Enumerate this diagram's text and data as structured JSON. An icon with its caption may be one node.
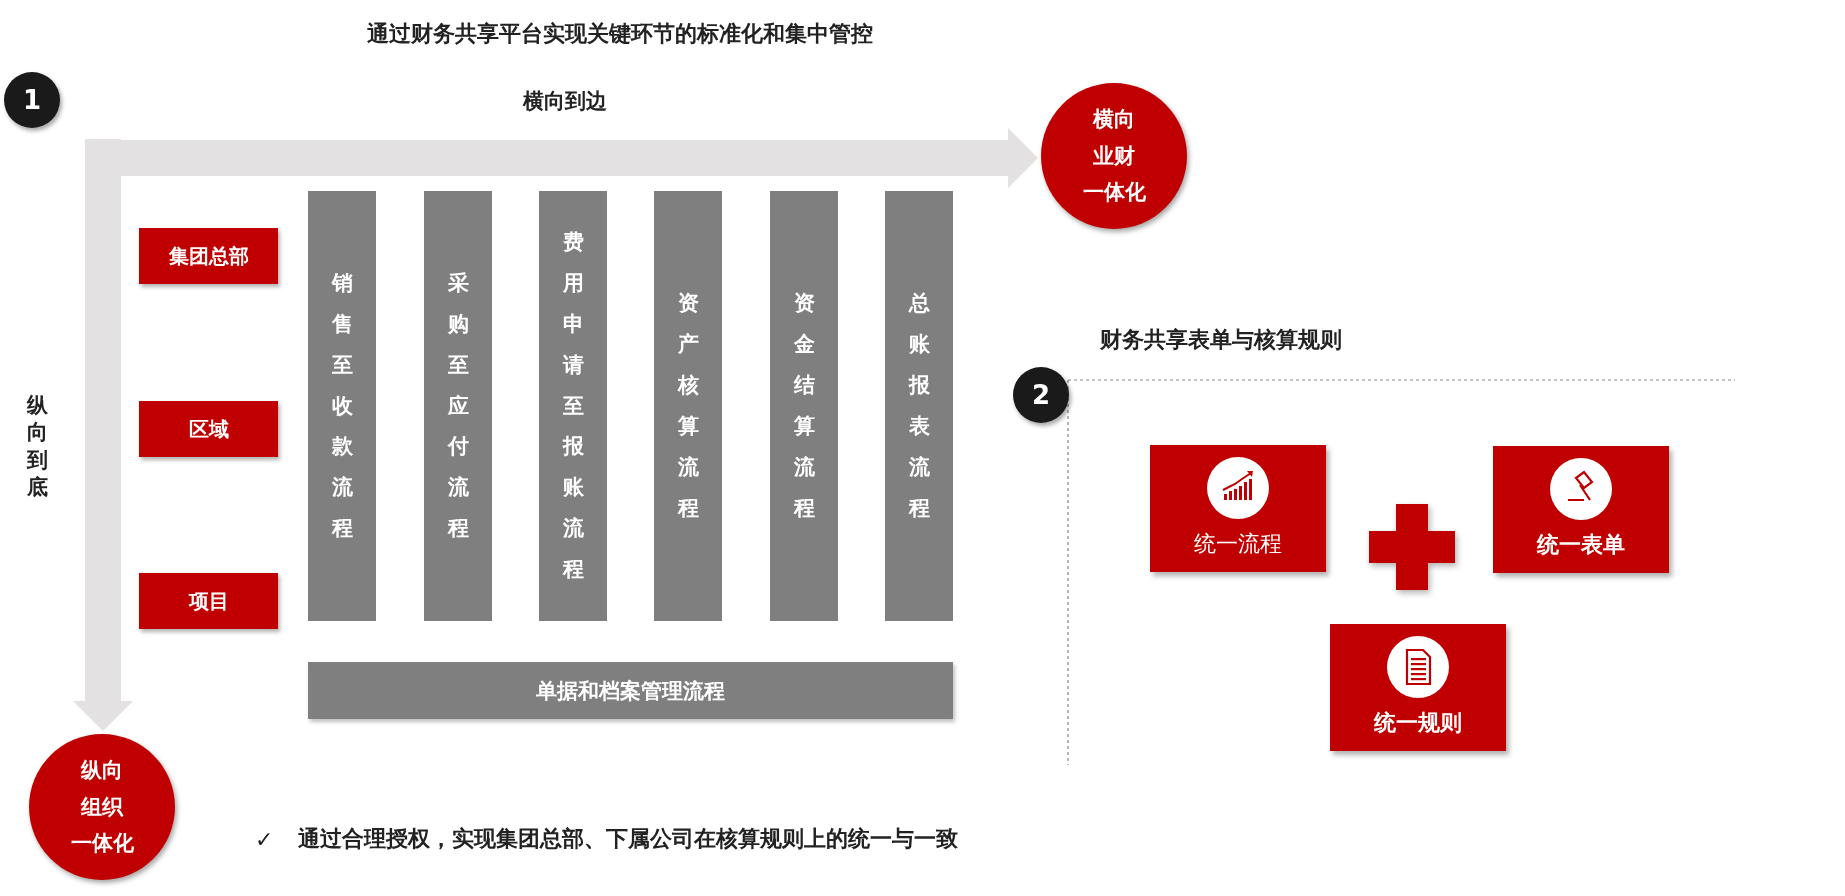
{
  "diagram": {
    "title": "通过财务共享平台实现关键环节的标准化和集中管控",
    "nodes": [
      {
        "text": [
          "1"
        ]
      },
      {
        "text": [
          "横向业财一体化"
        ]
      },
      {
        "text": [
          "集团总部"
        ]
      },
      {
        "text": [
          "销售至收款流程"
        ]
      },
      {
        "text": [
          "采购至应付流程"
        ]
      },
      {
        "text": [
          "费用申请至报账流程"
        ]
      },
      {
        "text": [
          "资产核算流程"
        ]
      },
      {
        "text": [
          "资金结算流程"
        ]
      },
      {
        "text": [
          "总账报表流程"
        ]
      },
      {
        "text": [
          "区域"
        ]
      },
      {
        "text": [
          "项目"
        ]
      },
      {
        "text": [
          "单据和档案管理流程"
        ]
      },
      {
        "text": [
          "纵向组织一体化"
        ]
      },
      {
        "text": [
          "2"
        ]
      },
      {
        "text": [
          "统一流程"
        ]
      },
      {
        "text": [
          "统一表单"
        ]
      },
      {
        "text": [
          "统一规则"
        ]
      },
      {
        "text": [],
        "shape": "plus"
      }
    ],
    "edges": [
      {
        "from": null,
        "to": 1,
        "arrow": "to",
        "label": "横向到边"
      },
      {
        "from": null,
        "to": 12,
        "arrow": "to",
        "label": "纵向到底"
      }
    ],
    "labels": [
      "财务共享表单与核算规则",
      "✓",
      "通过合理授权，实现集团总部、下属公司在核算规则上的统一与一致"
    ]
  }
}
